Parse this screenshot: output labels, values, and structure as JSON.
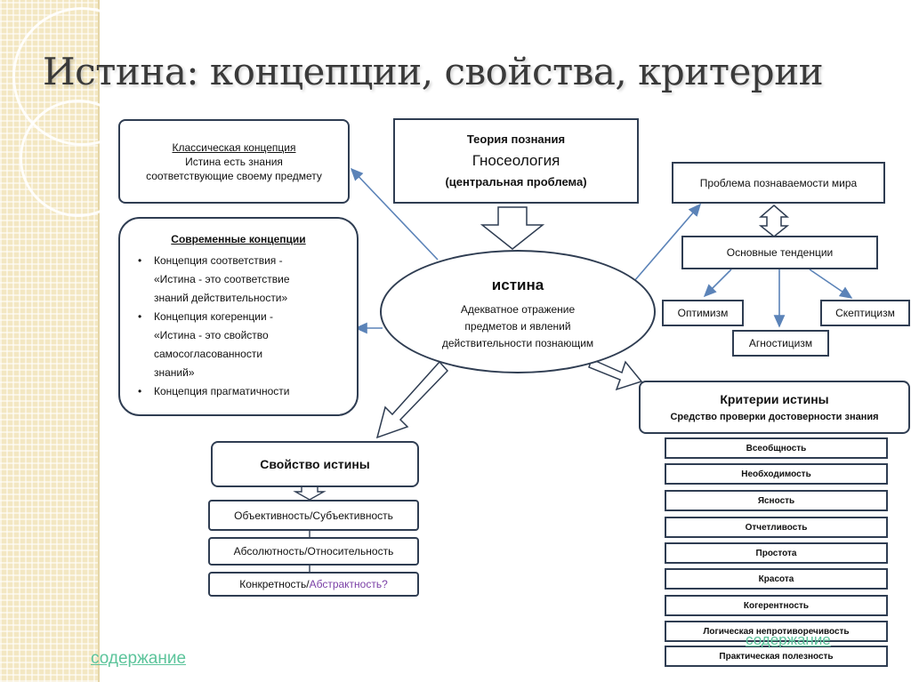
{
  "slide": {
    "title": "Истина: концепции, свойства, критерии"
  },
  "classic": {
    "heading": "Классическая концепция",
    "line1": "Истина есть знания",
    "line2": "соответствующие своему предмету"
  },
  "theory": {
    "line1": "Теория познания",
    "line2": "Гносеология",
    "line3": "(центральная проблема)"
  },
  "modern": {
    "heading": "Современные концепции",
    "items": [
      "Концепция соответствия -",
      "«Истина - это соответствие",
      "знаний действительности»",
      "Концепция когеренции -",
      "«Истина - это свойство",
      "самосогласованности",
      "знаний»",
      "Концепция прагматичности"
    ]
  },
  "truth": {
    "title": "истина",
    "line1": "Адекватное отражение",
    "line2": "предметов и явлений",
    "line3": "действительности познающим"
  },
  "knowability": {
    "problem": "Проблема познаваемости мира",
    "trends": "Основные тенденции",
    "optimism": "Оптимизм",
    "agnosticism": "Агностицизм",
    "skepticism": "Скептицизм"
  },
  "criteria": {
    "title": "Критерии истины",
    "subtitle": "Средство проверки достоверности знания",
    "items": [
      "Всеобщность",
      "Необходимость",
      "Ясность",
      "Отчетливость",
      "Простота",
      "Красота",
      "Когерентность",
      "Логическая непротиворечивость",
      "Практическая  полезность"
    ]
  },
  "property": {
    "title": "Свойство  истины",
    "items": [
      "Объективность/Субъективность",
      "Абсолютность/Относительность"
    ],
    "item3_a": "Конкретность/",
    "item3_b": "Абстрактность?"
  },
  "links": {
    "left": "содержание",
    "right": "содержание"
  },
  "colors": {
    "box_border": "#2f3d52",
    "connector": "#5b83b8",
    "link": "#5cc49b",
    "accent_purple": "#7a3fa6",
    "sidebar": "#f3e7c2",
    "title_text": "#3a3a3a"
  }
}
